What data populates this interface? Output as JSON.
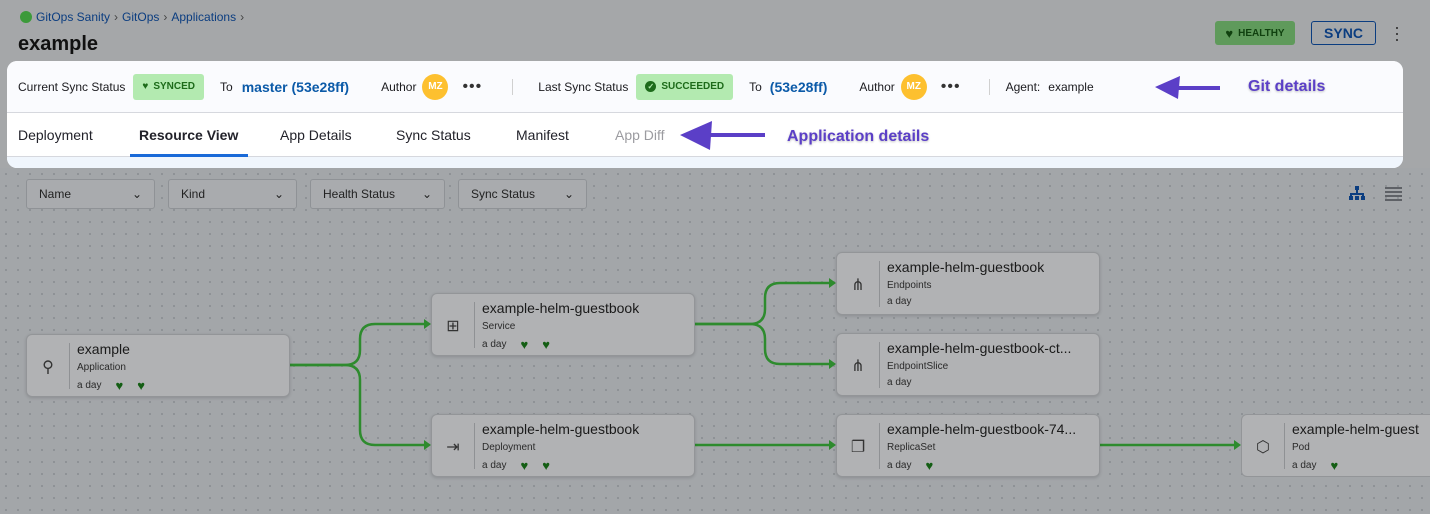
{
  "breadcrumb": [
    "GitOps Sanity",
    "GitOps",
    "Applications"
  ],
  "title": "example",
  "header": {
    "health_badge": "HEALTHY",
    "sync_button": "SYNC"
  },
  "git": {
    "current_sync_label": "Current Sync Status",
    "current_sync_badge": "SYNCED",
    "to1": "To",
    "current_revision": "master (53e28ff)",
    "author1": "Author",
    "avatar1": "MZ",
    "last_sync_label": "Last Sync Status",
    "last_sync_badge": "SUCCEEDED",
    "to2": "To",
    "last_revision": "(53e28ff)",
    "author2": "Author",
    "avatar2": "MZ",
    "agent_label": "Agent:",
    "agent_value": "example"
  },
  "tabs": [
    {
      "label": "Deployment"
    },
    {
      "label": "Resource View",
      "active": true
    },
    {
      "label": "App Details"
    },
    {
      "label": "Sync Status"
    },
    {
      "label": "Manifest"
    },
    {
      "label": "App Diff",
      "disabled": true
    }
  ],
  "annotations": {
    "git": "Git details",
    "app": "Application details"
  },
  "filters": [
    "Name",
    "Kind",
    "Health Status",
    "Sync Status"
  ],
  "colors": {
    "accent": "#0b5aa8",
    "edge": "#2e8b2e",
    "annotation": "#5b3fc7",
    "healthy": "#145e14"
  },
  "nodes": [
    {
      "name": "example",
      "kind": "Application",
      "age": "a day",
      "icon": "application-icon"
    },
    {
      "name": "example-helm-guestbook",
      "kind": "Service",
      "age": "a day",
      "icon": "service-icon"
    },
    {
      "name": "example-helm-guestbook",
      "kind": "Deployment",
      "age": "a day",
      "icon": "deployment-icon"
    },
    {
      "name": "example-helm-guestbook",
      "kind": "Endpoints",
      "age": "a day",
      "icon": "endpoints-icon"
    },
    {
      "name": "example-helm-guestbook-ct...",
      "kind": "EndpointSlice",
      "age": "a day",
      "icon": "endpointslice-icon"
    },
    {
      "name": "example-helm-guestbook-74...",
      "kind": "ReplicaSet",
      "age": "a day",
      "icon": "replicaset-icon"
    },
    {
      "name": "example-helm-guest",
      "kind": "Pod",
      "age": "a day",
      "icon": "pod-icon"
    }
  ]
}
